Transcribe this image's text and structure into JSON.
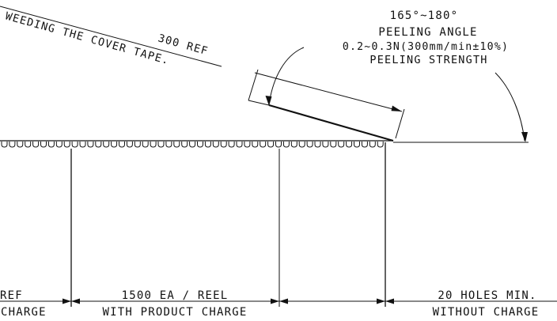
{
  "labels": {
    "cover_tape": "WEEDING THE COVER TAPE.",
    "ref_300": "300 REF",
    "angle_value": "165°~180°",
    "peeling_angle": "PEELING ANGLE",
    "strength_value": "0.2~0.3N(300mm/min±10%)",
    "peeling_strength": "PEELING STRENGTH",
    "left_ref": "REF",
    "left_charge": "CHARGE",
    "mid_qty": "1500 EA / REEL",
    "mid_charge": "WITH PRODUCT CHARGE",
    "right_holes": "20 HOLES MIN.",
    "right_charge": "WITHOUT CHARGE"
  }
}
